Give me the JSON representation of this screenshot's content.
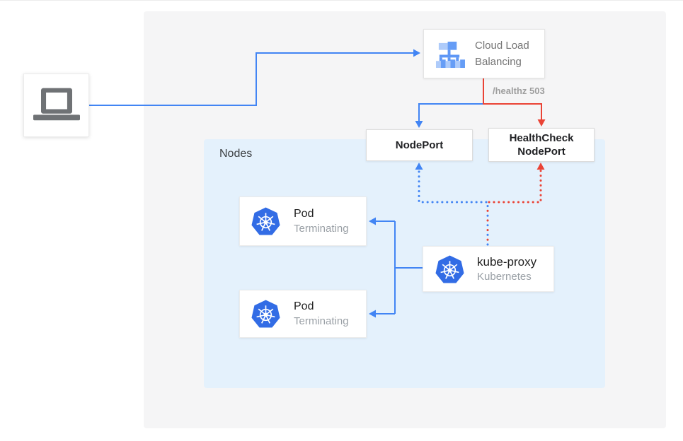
{
  "nodes_group": {
    "label": "Nodes"
  },
  "client": {
    "name": "client laptop"
  },
  "clb": {
    "label": "Cloud Load Balancing"
  },
  "edge_labels": {
    "healthz": "/healthz 503"
  },
  "nodeport": {
    "label": "NodePort"
  },
  "healthcheck_nodeport": {
    "label": "HealthCheck NodePort"
  },
  "pods": [
    {
      "title": "Pod",
      "subtitle": "Terminating"
    },
    {
      "title": "Pod",
      "subtitle": "Terminating"
    }
  ],
  "kube_proxy": {
    "title": "kube-proxy",
    "subtitle": "Kubernetes"
  },
  "colors": {
    "blue": "#4285f4",
    "red": "#ea4335",
    "panel_bg": "#f5f5f6",
    "nodes_bg": "#e4f1fc",
    "k8s_blue": "#326ce5",
    "icon_gray": "#6f7275",
    "clb_light_blue": "#aecbfa",
    "clb_mid_blue": "#669df6",
    "clb_dark_blue": "#5e97f6"
  }
}
